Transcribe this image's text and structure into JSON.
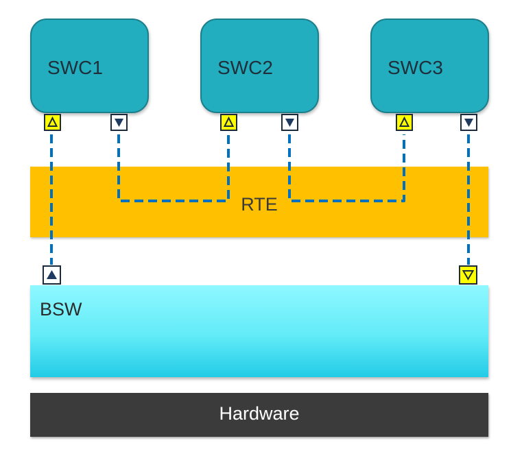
{
  "components": [
    {
      "label": "SWC1"
    },
    {
      "label": "SWC2"
    },
    {
      "label": "SWC3"
    }
  ],
  "layers": {
    "rte": "RTE",
    "bsw": "BSW",
    "hardware": "Hardware"
  },
  "colors": {
    "swc_fill": "#23AEBF",
    "swc_border": "#1C7F8C",
    "rte_fill": "#FFC000",
    "bsw_fill": "#62EBF8",
    "hardware_fill": "#3B3B3B",
    "connector": "#0070C0",
    "provide_port": "#FFFF00",
    "require_port": "#1F3A5F"
  },
  "ports": [
    {
      "name": "swc1-provide-port",
      "kind": "provide"
    },
    {
      "name": "swc1-require-port",
      "kind": "require"
    },
    {
      "name": "swc2-provide-port",
      "kind": "provide"
    },
    {
      "name": "swc2-require-port",
      "kind": "require"
    },
    {
      "name": "swc3-provide-port",
      "kind": "provide"
    },
    {
      "name": "swc3-require-port",
      "kind": "require"
    },
    {
      "name": "bsw-left-port",
      "kind": "require"
    },
    {
      "name": "bsw-right-port",
      "kind": "provide"
    }
  ]
}
